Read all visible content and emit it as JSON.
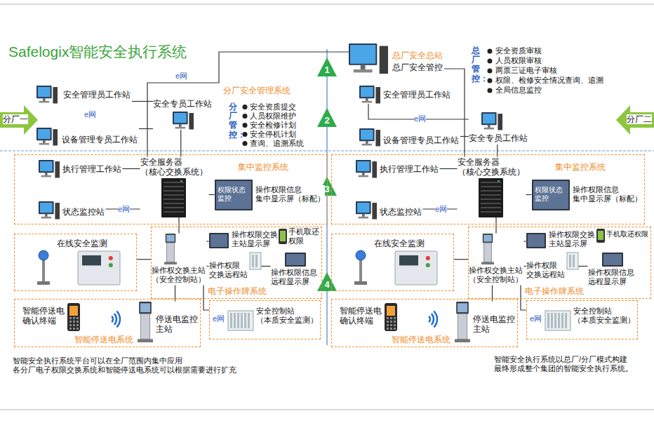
{
  "diagram": {
    "title": "Safelogix智能安全执行系统",
    "nodes": [
      {
        "text": [
          "总厂安全总站",
          "总厂安全管控"
        ]
      },
      {
        "text": [
          "安全管理员工作站"
        ]
      },
      {
        "text": [
          "安全专员工作站"
        ]
      },
      {
        "text": [
          "设备管理专员工作站"
        ]
      },
      {
        "text": [
          "集中监控系统"
        ]
      },
      {
        "text": [
          "执行管理工作站"
        ],
        "in": 4
      },
      {
        "text": [
          "状态监控站"
        ],
        "in": 4
      },
      {
        "text": [
          "安全服务器 （核心交换系统）"
        ],
        "in": 4
      },
      {
        "text": [
          "权限状态 监控",
          "操作权限信息 集中显示屏（标配）"
        ],
        "in": 4
      },
      {
        "text": [
          "在线安全监测"
        ]
      },
      {
        "text": [
          "电子操作牌系统"
        ]
      },
      {
        "text": [
          "操作权交换主站 （安全控制站）"
        ],
        "in": 10
      },
      {
        "text": [
          "操作权限交换 主站显示屏"
        ],
        "in": 10
      },
      {
        "text": [
          "手机取还 权限"
        ],
        "in": 10
      },
      {
        "text": [
          "操作权限 交换远程站"
        ],
        "in": 10
      },
      {
        "text": [
          "操作权限信息 远程显示屏"
        ],
        "in": 10
      },
      {
        "text": [
          "智能停送电系统"
        ]
      },
      {
        "text": [
          "智能停送电 确认终端"
        ],
        "in": 16
      },
      {
        "text": [
          "停送电监控 主站"
        ],
        "in": 16
      },
      {
        "text": [
          "安全控制站 （本质安全监测）"
        ]
      },
      {
        "text": [
          "安全管理员工作站"
        ]
      },
      {
        "text": [
          "安全专员工作站"
        ]
      },
      {
        "text": [
          "设备管理专员工作站"
        ]
      },
      {
        "text": [
          "集中监控系统"
        ]
      },
      {
        "text": [
          "执行管理工作站"
        ],
        "in": 23
      },
      {
        "text": [
          "状态监控站"
        ],
        "in": 23
      },
      {
        "text": [
          "安全服务器 （核心交换系统）"
        ],
        "in": 23
      },
      {
        "text": [
          "权限状态 监控",
          "操作权限信息 集中显示屏（标配）"
        ],
        "in": 23
      },
      {
        "text": [
          "在线安全监测"
        ]
      },
      {
        "text": [
          "电子操作牌系统"
        ]
      },
      {
        "text": [
          "操作权交换主站 （安全控制站）"
        ],
        "in": 29
      },
      {
        "text": [
          "操作权限交换 主站显示屏"
        ],
        "in": 29
      },
      {
        "text": [
          "手机取还权限"
        ],
        "in": 29
      },
      {
        "text": [
          "操作权限 交换远程站"
        ],
        "in": 29
      },
      {
        "text": [
          "操作权限信息 远程显示屏"
        ],
        "in": 29
      },
      {
        "text": [
          "智能停送电系统"
        ]
      },
      {
        "text": [
          "智能停送电 确认终端"
        ],
        "in": 35
      },
      {
        "text": [
          "停送电监控 主站"
        ],
        "in": 35
      },
      {
        "text": [
          "安全控制站 （本质安全监测）"
        ]
      },
      {
        "text": [
          "分厂一"
        ]
      },
      {
        "text": [
          "分厂二"
        ]
      }
    ],
    "edges": [
      {
        "from": 1,
        "to": 2,
        "arrow": "none"
      },
      {
        "from": 3,
        "to": 2,
        "arrow": "none"
      },
      {
        "from": 2,
        "to": 7,
        "arrow": "none"
      },
      {
        "from": 7,
        "to": 0,
        "arrow": "none"
      },
      {
        "from": 5,
        "to": 7,
        "arrow": "none"
      },
      {
        "from": 6,
        "to": 7,
        "arrow": "none"
      },
      {
        "from": 7,
        "to": 8,
        "arrow": "none"
      },
      {
        "from": 7,
        "to": 11,
        "arrow": "none"
      },
      {
        "from": 9,
        "to": 11,
        "arrow": "none"
      },
      {
        "from": 11,
        "to": 12,
        "arrow": "none"
      },
      {
        "from": 11,
        "to": 14,
        "arrow": "none"
      },
      {
        "from": 14,
        "to": 15,
        "arrow": "none"
      },
      {
        "from": 11,
        "to": 18,
        "arrow": "none"
      },
      {
        "from": 11,
        "to": 19,
        "arrow": "none"
      },
      {
        "from": 20,
        "to": 21,
        "arrow": "none"
      },
      {
        "from": 22,
        "to": 21,
        "arrow": "none"
      },
      {
        "from": 21,
        "to": 26,
        "arrow": "none"
      },
      {
        "from": 26,
        "to": 0,
        "arrow": "none"
      },
      {
        "from": 24,
        "to": 26,
        "arrow": "none"
      },
      {
        "from": 25,
        "to": 26,
        "arrow": "none"
      },
      {
        "from": 26,
        "to": 27,
        "arrow": "none"
      },
      {
        "from": 26,
        "to": 30,
        "arrow": "none"
      },
      {
        "from": 28,
        "to": 30,
        "arrow": "none"
      },
      {
        "from": 30,
        "to": 31,
        "arrow": "none"
      },
      {
        "from": 30,
        "to": 33,
        "arrow": "none"
      },
      {
        "from": 33,
        "to": 34,
        "arrow": "none"
      },
      {
        "from": 30,
        "to": 37,
        "arrow": "none"
      },
      {
        "from": 30,
        "to": 38,
        "arrow": "none"
      }
    ],
    "labels": [
      "e网",
      "总厂管控：",
      "安全资质审核",
      "人员权限审核",
      "两票三证电子审核",
      "权限、检修安全情况查询、追溯",
      "全局信息监控",
      "1",
      "2",
      "3",
      "4",
      "分厂安全管理系统",
      "分厂管控：",
      "安全资质提交",
      "人员权限维护",
      "安全检修计划",
      "安全停机计划",
      "查询、追溯系统",
      "e网",
      "e网",
      "e网",
      "e网",
      "e网",
      "e网",
      "智能安全执行系统平台可以在全厂范围内集中应用 各分厂电子权限交换系统和智能停送电系统可以根据需要进行扩充",
      "智能安全执行系统以总厂/分厂模式构建 最终形成整个集团的智能安全执行系统。"
    ]
  }
}
